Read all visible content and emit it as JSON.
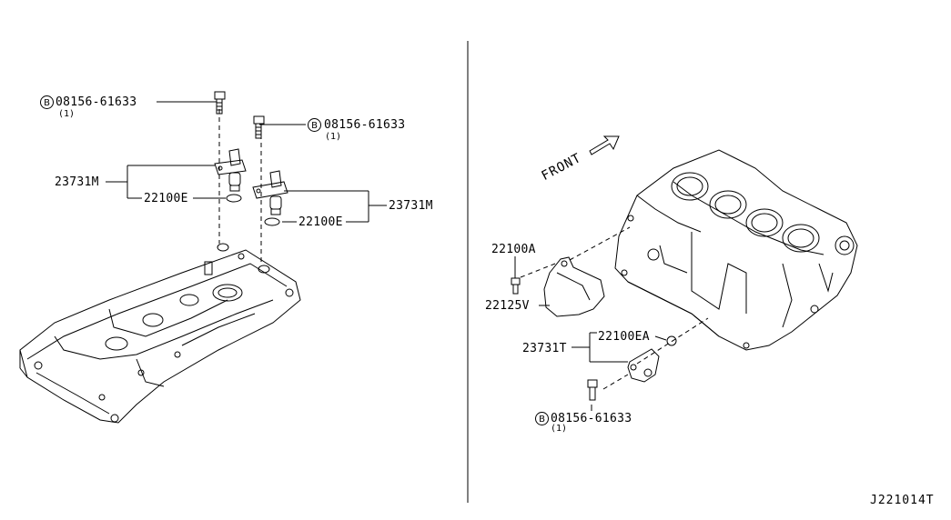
{
  "bolt_symbol": "B",
  "left_group": {
    "bolt_top": {
      "part": "08156-61633",
      "qty": "(1)"
    },
    "bolt_right": {
      "part": "08156-61633",
      "qty": "(1)"
    },
    "sensor_left": "23731M",
    "oring_left": "22100E",
    "sensor_right": "23731M",
    "oring_right": "22100E"
  },
  "right_group": {
    "front_arrow": "FRONT",
    "bolt_a": "22100A",
    "cover": "22125V",
    "oring": "22100EA",
    "sensor": "23731T",
    "bolt_bottom": {
      "part": "08156-61633",
      "qty": "(1)"
    }
  },
  "diagram_code": "J221014T"
}
